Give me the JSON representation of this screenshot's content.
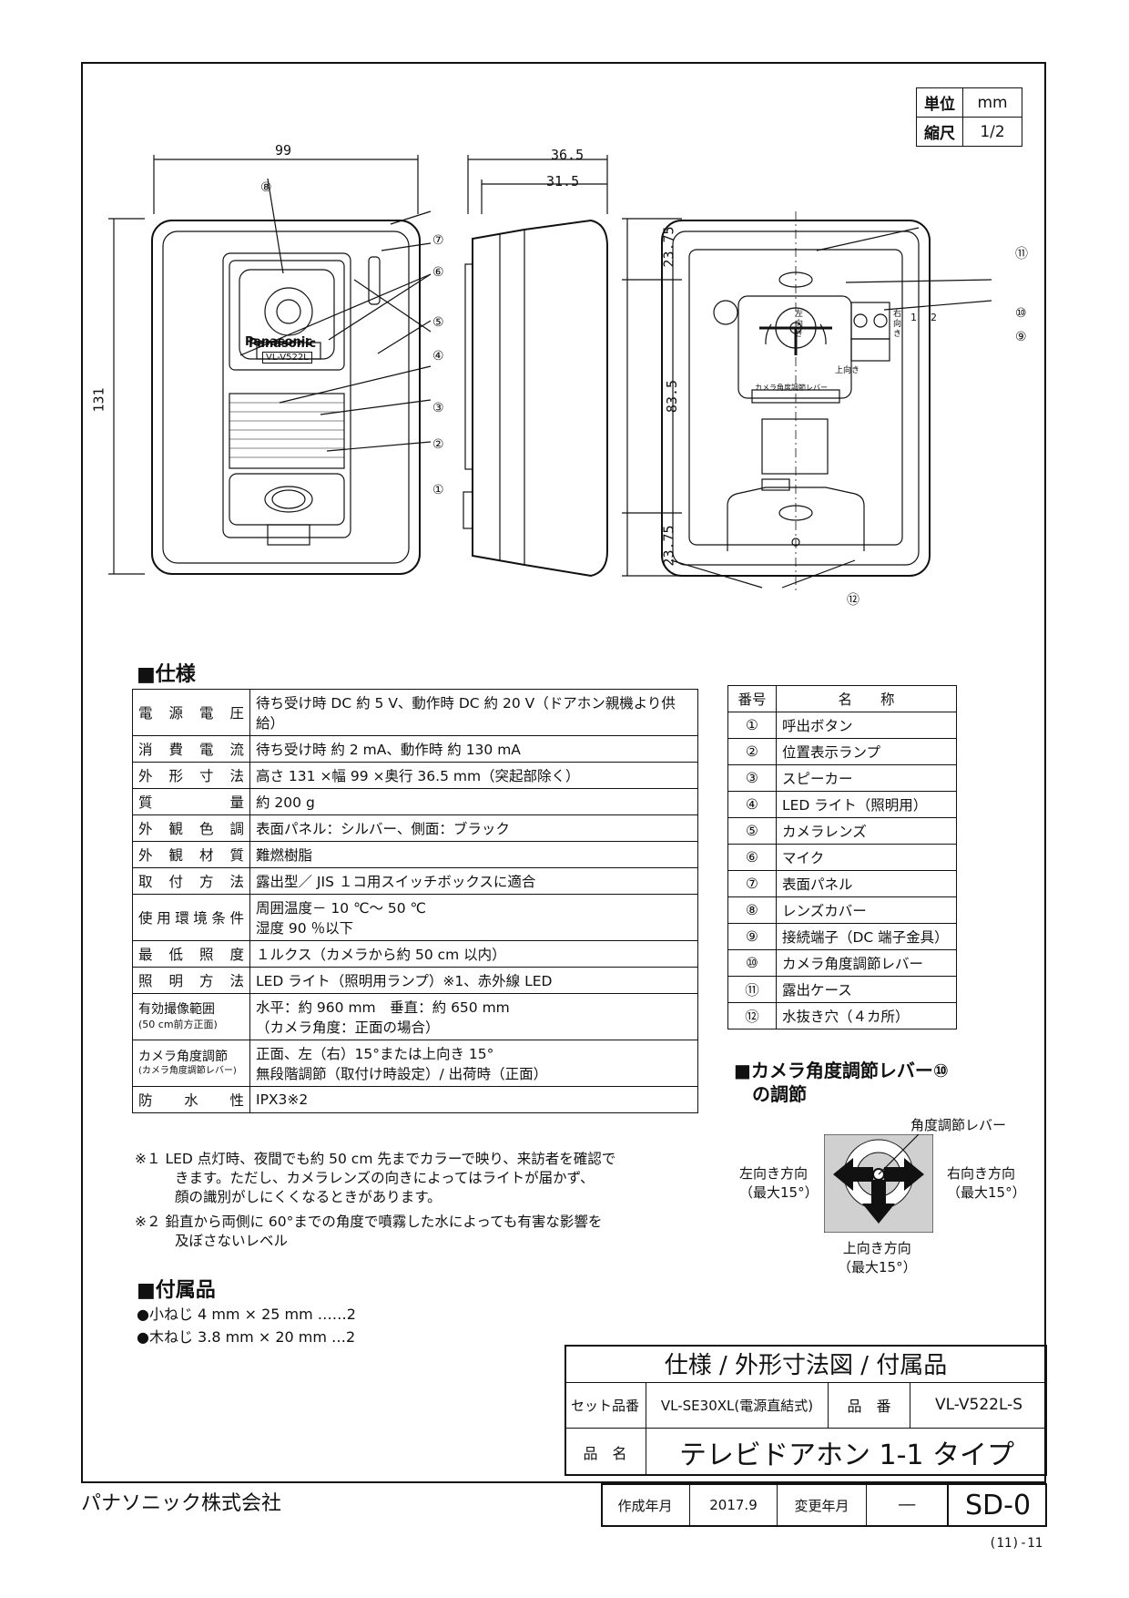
{
  "unit_box": {
    "unit_label": "単位",
    "unit_value": "mm",
    "scale_label": "縮尺",
    "scale_value": "1/2"
  },
  "dimensions": {
    "front_width": "99",
    "front_height": "131",
    "side_depth_total": "36.5",
    "side_depth_body": "31.5",
    "back_top": "23.75",
    "back_middle": "83.5",
    "back_bottom": "23.75"
  },
  "device_labels": {
    "brand": "Panasonic",
    "model_plate": "VL-V522L",
    "lever_left": "左向き",
    "lever_right": "右向き",
    "lever_up": "上向き",
    "lever_plate": "カメラ角度調節レバー",
    "terminal_1": "1",
    "terminal_2": "2"
  },
  "callouts": [
    "①",
    "②",
    "③",
    "④",
    "⑤",
    "⑥",
    "⑦",
    "⑧",
    "⑨",
    "⑩",
    "⑪",
    "⑫"
  ],
  "spec": {
    "title": "■仕様",
    "rows": [
      {
        "key": "電源電圧",
        "value": "待ち受け時 DC 約 5 V、動作時 DC 約 20 V（ドアホン親機より供給）"
      },
      {
        "key": "消費電流",
        "value": "待ち受け時 約 2 mA、動作時 約 130 mA"
      },
      {
        "key": "外形寸法",
        "value": "高さ 131 ×幅 99 ×奥行 36.5 mm（突起部除く）"
      },
      {
        "key": "質量",
        "value": "約 200 g"
      },
      {
        "key": "外観色調",
        "value": "表面パネル：シルバー、側面：ブラック"
      },
      {
        "key": "外観材質",
        "value": "難燃樹脂"
      },
      {
        "key": "取付方法",
        "value": "露出型／ JIS １コ用スイッチボックスに適合"
      },
      {
        "key": "使用環境条件",
        "value": "周囲温度－ 10 ℃～ 50 ℃",
        "value2": "湿度 90 ％以下"
      },
      {
        "key": "最低照度",
        "value": "１ルクス（カメラから約 50 cm 以内）"
      },
      {
        "key": "照明方法",
        "value": "LED ライト（照明用ランプ）※1、赤外線 LED"
      },
      {
        "key": "有効撮像範囲",
        "key2": "(50 cm前方正面)",
        "value": "水平：約 960 mm　垂直：約 650 mm",
        "value2": "（カメラ角度：正面の場合）"
      },
      {
        "key": "カメラ角度調節",
        "key2": "(カメラ角度調節レバー)",
        "value": "正面、左（右）15°または上向き 15°",
        "value2": "無段階調節（取付け時設定）/ 出荷時（正面）"
      },
      {
        "key": "防水性",
        "value": "IPX3※2"
      }
    ]
  },
  "notes": [
    {
      "mark": "※１",
      "line1": "LED 点灯時、夜間でも約 50 cm 先までカラーで映り、来訪者を確認で",
      "line2": "きます。ただし、カメラレンズの向きによってはライトが届かず、",
      "line3": "顔の識別がしにくくなるときがあります。"
    },
    {
      "mark": "※２",
      "line1": "鉛直から両側に 60°までの角度で噴霧した水によっても有害な影響を",
      "line2": "及ぼさないレベル"
    }
  ],
  "accessories": {
    "title": "■付属品",
    "items": [
      "●小ねじ 4 mm × 25 mm ……2",
      "●木ねじ 3.8 mm × 20 mm …2"
    ]
  },
  "parts": {
    "header_no": "番号",
    "header_name": "名　　称",
    "rows": [
      {
        "no": "①",
        "name": "呼出ボタン"
      },
      {
        "no": "②",
        "name": "位置表示ランプ"
      },
      {
        "no": "③",
        "name": "スピーカー"
      },
      {
        "no": "④",
        "name": "LED ライト（照明用）"
      },
      {
        "no": "⑤",
        "name": "カメラレンズ"
      },
      {
        "no": "⑥",
        "name": "マイク"
      },
      {
        "no": "⑦",
        "name": "表面パネル"
      },
      {
        "no": "⑧",
        "name": "レンズカバー"
      },
      {
        "no": "⑨",
        "name": "接続端子（DC 端子金具）"
      },
      {
        "no": "⑩",
        "name": "カメラ角度調節レバー"
      },
      {
        "no": "⑪",
        "name": "露出ケース"
      },
      {
        "no": "⑫",
        "name": "水抜き穴（４カ所）"
      }
    ]
  },
  "adjust": {
    "title_line1": "■カメラ角度調節レバー⑩",
    "title_line2": "の調節",
    "lever_label": "角度調節レバー",
    "left_label": "左向き方向",
    "left_max": "（最大15°）",
    "right_label": "右向き方向",
    "right_max": "（最大15°）",
    "up_label": "上向き方向",
    "up_max": "（最大15°）"
  },
  "title_block": {
    "title": "仕様 / 外形寸法図 / 付属品",
    "set_label": "セット品番",
    "set_value": "VL-SE30XL(電源直結式)",
    "part_label": "品　番",
    "part_value": "VL-V522L-S",
    "name_label": "品　名",
    "name_value": "テレビドアホン 1-1 タイプ",
    "created_label": "作成年月",
    "created_value": "2017.9",
    "changed_label": "変更年月",
    "changed_value": "──",
    "doc_no": "SD-0"
  },
  "company": "パナソニック株式会社",
  "page_ref": "(11)-11"
}
